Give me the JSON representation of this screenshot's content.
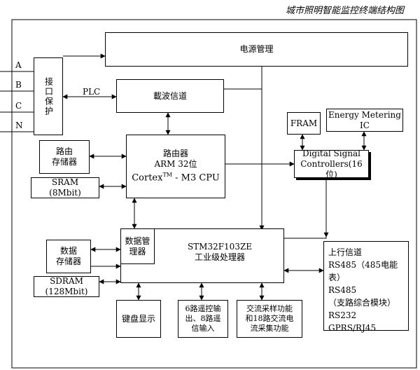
{
  "title": "城市照明智能监控终端结构图",
  "phase_labels": [
    "A",
    "B",
    "C",
    "N"
  ],
  "interface_protection": "接口保护",
  "plc_label": "PLC",
  "power_management": "电源管理",
  "carrier_channel": "載波信道",
  "fram": "FRAM",
  "energy_metering": "Energy Metering IC",
  "dsc": {
    "line1": "Digital Signal",
    "line2": "Controllers(16位)"
  },
  "router_storage": {
    "line1": "路由",
    "line2": "存储器"
  },
  "sram": {
    "line1": "SRAM",
    "line2": "(8Mbit)"
  },
  "router_cpu": {
    "line1": "路由器",
    "line2": "ARM 32位",
    "line3a": "Cortex",
    "line3sup": "TM",
    "line3b": " - M3 CPU"
  },
  "data_management": {
    "line1": "数据管",
    "line2": "理器"
  },
  "stm32": {
    "line1": "STM32F103ZE",
    "line2": "工业级处理器"
  },
  "data_storage": {
    "line1": "数据",
    "line2": "存储器"
  },
  "sdram": {
    "line1": "SDRAM",
    "line2": "(128Mbit)"
  },
  "keyboard_display": "键盘显示",
  "remote_io": {
    "line1": "6路遥控输",
    "line2": "出、8路遥",
    "line3": "信输入"
  },
  "ac_sampling": {
    "line1": "交流采样功能",
    "line2": "和18路交流电",
    "line3": "流采集功能"
  },
  "uplink": {
    "lines": [
      "上行信道",
      "RS485（485电能表）",
      "RS485",
      "（支路综合模块）",
      "RS232",
      "GPRS/RJ45"
    ]
  }
}
